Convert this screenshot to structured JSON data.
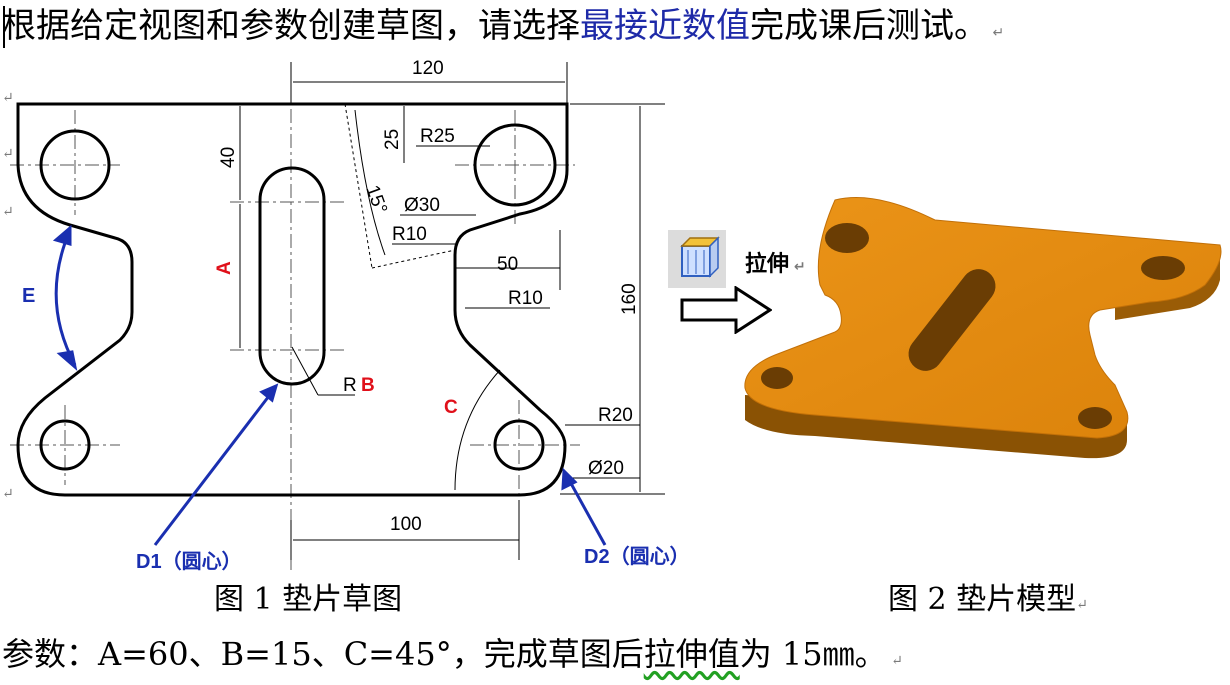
{
  "heading": {
    "prefix": "根据给定视图和参数创建草图，请选择",
    "highlight": "最接近数值",
    "suffix": "完成课后测试。"
  },
  "sketch": {
    "dim_top_width": "120",
    "dim_bottom_width": "100",
    "dim_height": "160",
    "dim_40": "40",
    "dim_25": "25",
    "dim_50": "50",
    "radius_top": "R25",
    "diameter_top": "Ø30",
    "radius_upper_notch": "R10",
    "radius_lower_notch": "R10",
    "radius_bottom": "R20",
    "diameter_bottom": "Ø20",
    "angle_15": "15°",
    "slot_radius_prefix": "R",
    "label_A": "A",
    "label_B": "B",
    "label_C": "C",
    "label_E": "E",
    "label_D1": "D1（圆心）",
    "label_D2": "D2（圆心）",
    "colors": {
      "line": "#000000",
      "param_red": "#e0101a",
      "annot_blue": "#1a2fb0"
    }
  },
  "extrude": {
    "label": "拉伸",
    "icon": "extrude-icon",
    "arrow_icon": "right-arrow-icon"
  },
  "model": {
    "fill_color": "#e08a10"
  },
  "captions": {
    "fig1": "图 1 垫片草图",
    "fig2": "图 2 垫片模型"
  },
  "params": {
    "prefix": "参数：A=60、B=15、C=45°，完成草图后",
    "squiggle": "拉伸值",
    "suffix": "为 15㎜。"
  }
}
